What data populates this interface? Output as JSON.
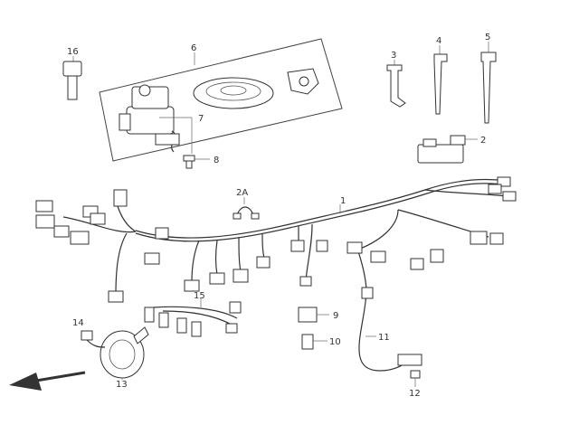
{
  "callouts": {
    "c1": "1",
    "c2": "2",
    "c2a": "2A",
    "c3": "3",
    "c4": "4",
    "c5": "5",
    "c6": "6",
    "c7": "7",
    "c8": "8",
    "c9": "9",
    "c10": "10",
    "c11": "11",
    "c12": "12",
    "c13": "13",
    "c14": "14",
    "c15": "15",
    "c16": "16"
  },
  "colors": {
    "stroke": "#333333",
    "background": "#ffffff"
  },
  "icons": {
    "direction": "arrow-left-down-icon"
  }
}
